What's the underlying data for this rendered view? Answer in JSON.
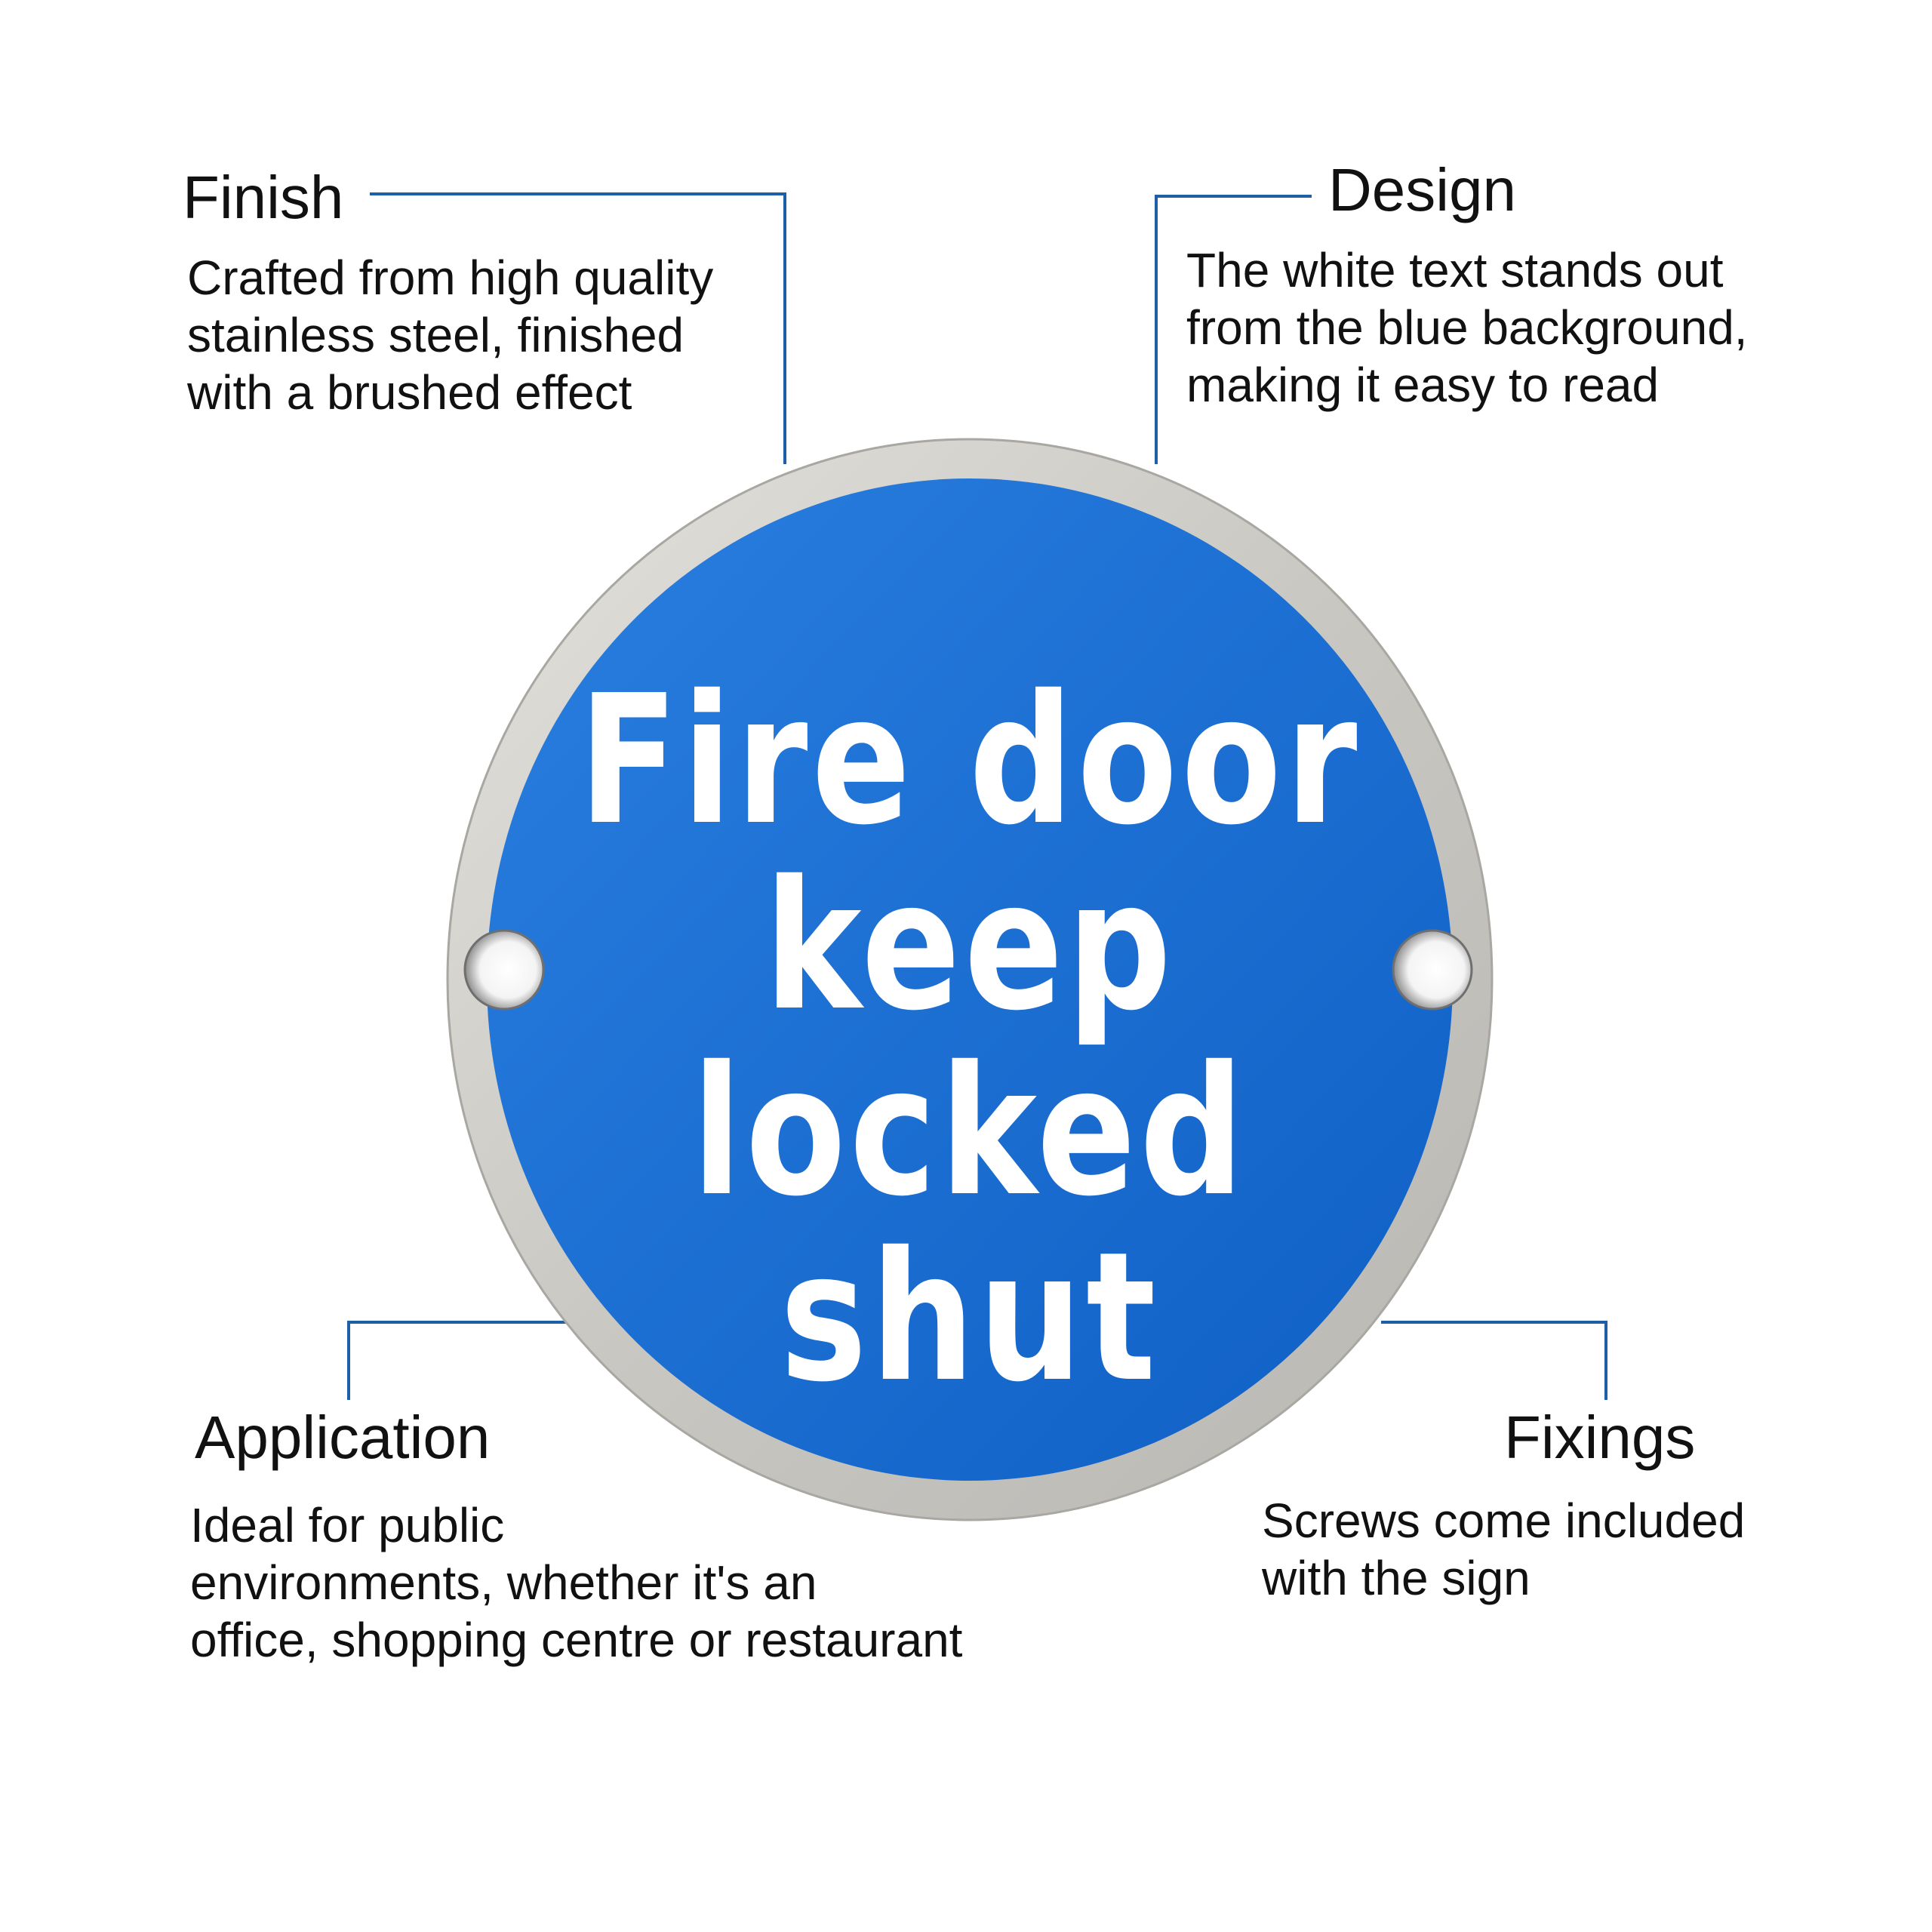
{
  "sign": {
    "lines": [
      "Fire door",
      "keep",
      "locked",
      "shut"
    ],
    "colors": {
      "blue_face": "#1a6fd4",
      "steel_rim": "#cfcdc8",
      "text": "#ffffff"
    }
  },
  "callouts": {
    "finish": {
      "title": "Finish",
      "body": [
        "Crafted from high quality",
        "stainless steel, finished",
        "with a brushed effect"
      ]
    },
    "design": {
      "title": "Design",
      "body": [
        "The white text stands out",
        "from the blue background,",
        "making it easy to read"
      ]
    },
    "application": {
      "title": "Application",
      "body": [
        "Ideal for public",
        "environments, whether it's an",
        "office, shopping centre or  restaurant"
      ]
    },
    "fixings": {
      "title": "Fixings",
      "body": [
        "Screws come included",
        "with the sign"
      ]
    }
  },
  "colors": {
    "leader_line": "#1f5fa8",
    "background": "#ffffff",
    "text": "#111111"
  }
}
